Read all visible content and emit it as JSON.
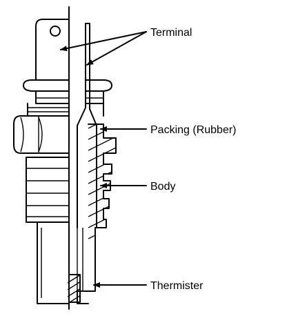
{
  "labels": {
    "terminal": "Terminal",
    "packing": "Packing (Rubber)",
    "body": "Body",
    "thermister": "Thermister"
  }
}
